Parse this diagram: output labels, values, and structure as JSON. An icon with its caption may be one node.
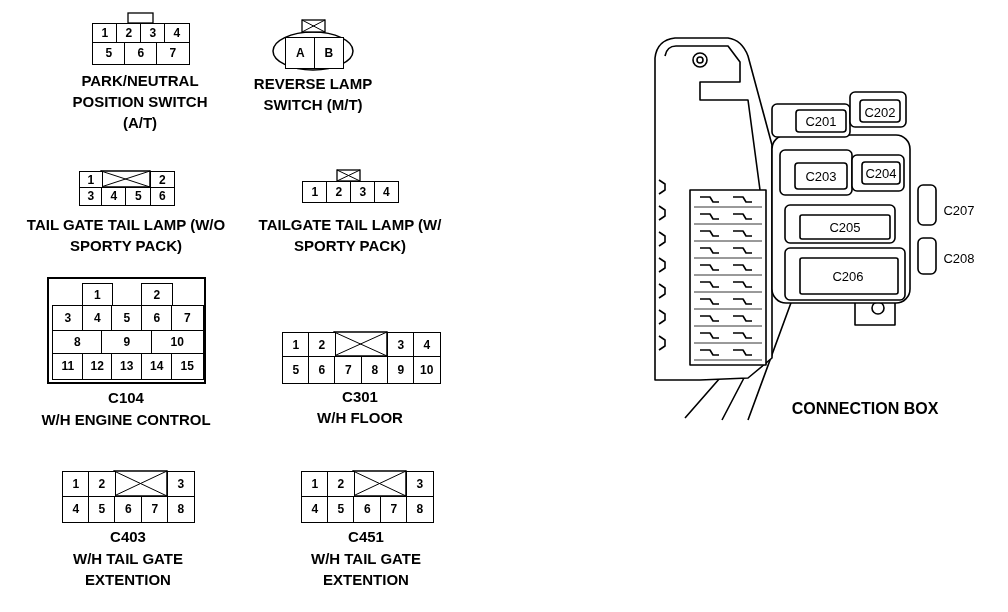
{
  "diagram": {
    "labels": [
      "1",
      "2",
      "3",
      "4",
      "5",
      "6",
      "7",
      "PARK/NEUTRAL POSITION SWITCH (A/T)",
      "A",
      "B",
      "REVERSE LAMP SWITCH (M/T)",
      "1",
      "2",
      "3",
      "4",
      "5",
      "6",
      "TAIL GATE TAIL LAMP (W/O SPORTY PACK)",
      "1",
      "2",
      "3",
      "4",
      "TAILGATE TAIL LAMP (W/ SPORTY PACK)",
      "1",
      "2",
      "3",
      "4",
      "5",
      "6",
      "7",
      "8",
      "9",
      "10",
      "11",
      "12",
      "13",
      "14",
      "15",
      "C104",
      "W/H ENGINE CONTROL",
      "1",
      "2",
      "3",
      "4",
      "5",
      "6",
      "7",
      "8",
      "9",
      "10",
      "C301",
      "W/H FLOOR",
      "1",
      "2",
      "3",
      "4",
      "5",
      "6",
      "7",
      "8",
      "C403",
      "W/H TAIL GATE EXTENTION",
      "1",
      "2",
      "3",
      "4",
      "5",
      "6",
      "7",
      "8",
      "C451",
      "W/H TAIL GATE EXTENTION",
      "C201",
      "C202",
      "C203",
      "C204",
      "C205",
      "C206",
      "C207",
      "C208",
      "CONNECTION BOX"
    ]
  }
}
